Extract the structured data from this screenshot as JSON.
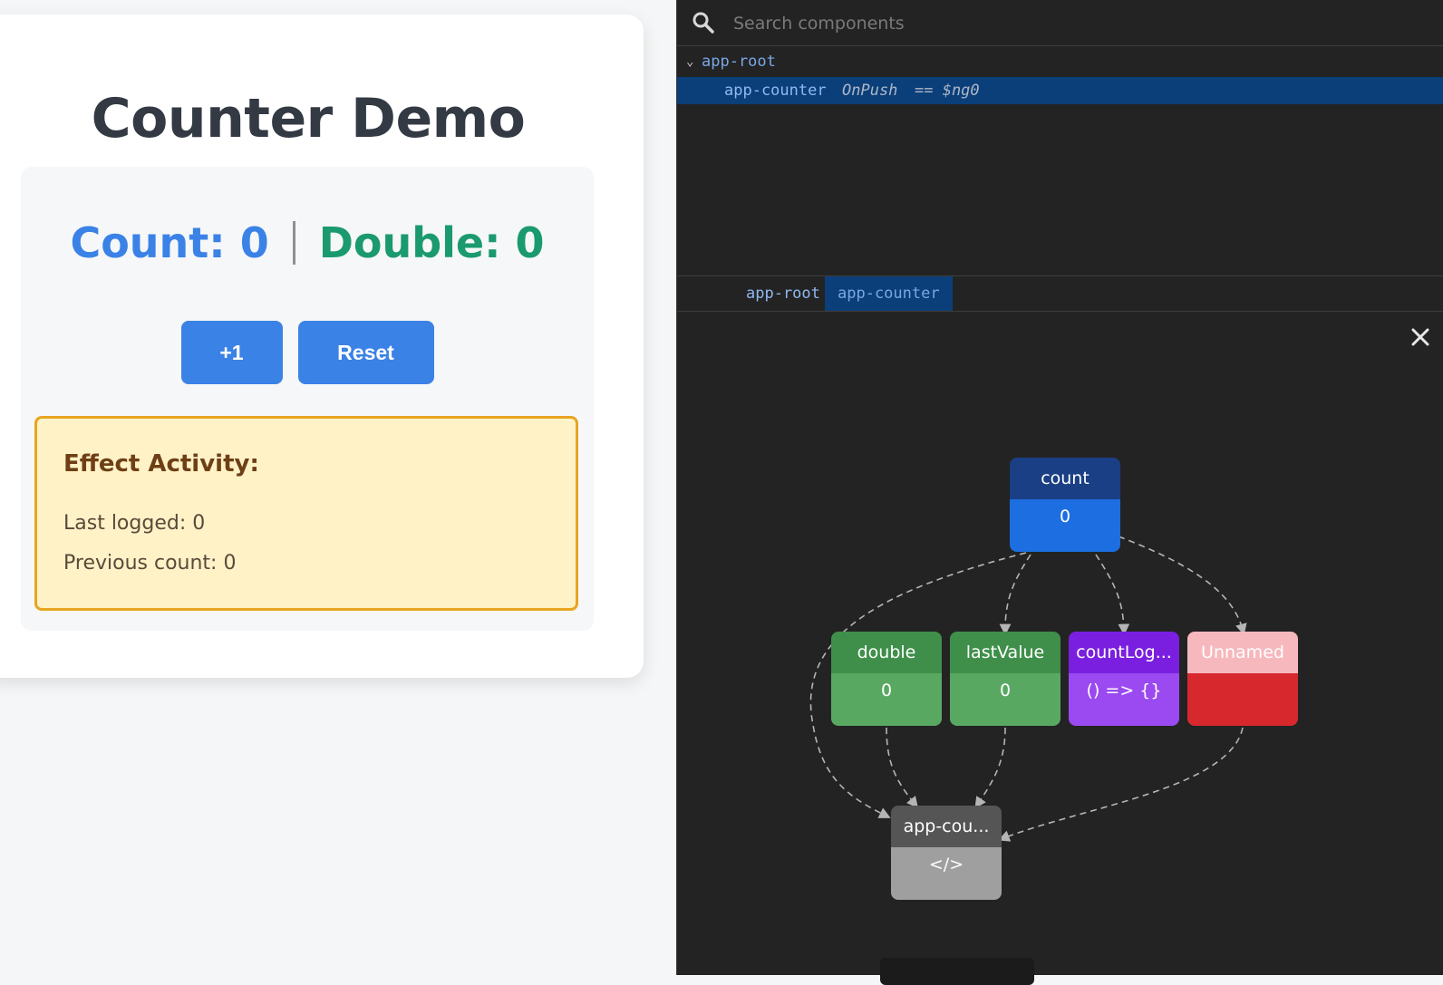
{
  "app": {
    "title": "Counter Demo",
    "count_label": "Count: 0",
    "double_label": "Double: 0",
    "increment_button": "+1",
    "reset_button": "Reset",
    "effect": {
      "title": "Effect Activity:",
      "last_logged": "Last logged: 0",
      "previous_count": "Previous count: 0"
    }
  },
  "devtools": {
    "search_placeholder": "Search components",
    "tree": {
      "root": "app-root",
      "child": "app-counter",
      "child_strategy": "OnPush",
      "child_ref": "== $ng0"
    },
    "breadcrumb": [
      "app-root",
      "app-counter"
    ],
    "graph": {
      "nodes": {
        "count": {
          "label": "count",
          "value": "0"
        },
        "double": {
          "label": "double",
          "value": "0"
        },
        "lastValue": {
          "label": "lastValue",
          "value": "0"
        },
        "countLog": {
          "label": "countLog...",
          "value": "() => {}"
        },
        "unnamed": {
          "label": "Unnamed",
          "value": ""
        },
        "appCounter": {
          "label": "app-cou...",
          "value": "</>"
        }
      }
    }
  },
  "colors": {
    "accent_blue": "#3b82e6",
    "double_green": "#1a9a6e",
    "effect_border": "#e8a521",
    "effect_bg": "#fff2c7",
    "devtools_bg": "#232323",
    "selection_bg": "#0b3f79"
  }
}
